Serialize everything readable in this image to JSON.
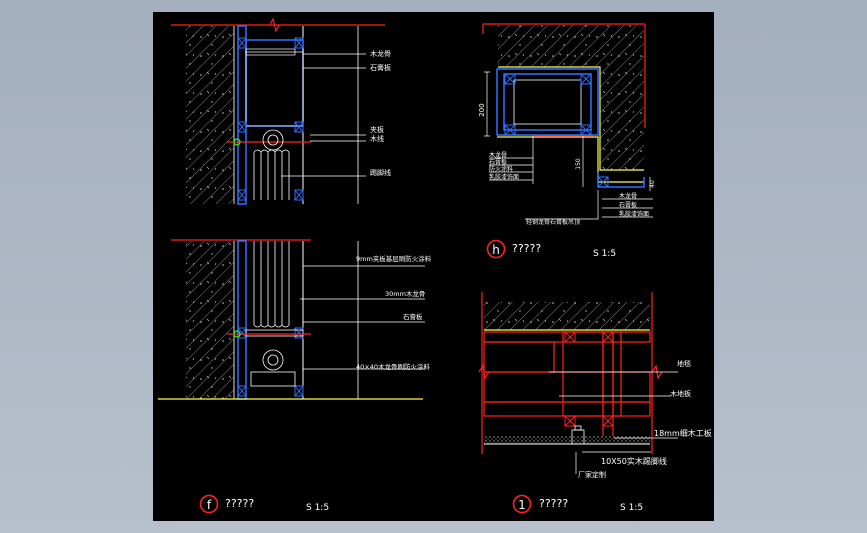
{
  "details": {
    "f": {
      "marker": "f",
      "title": "?????",
      "scale": "S 1:5",
      "labels": {
        "a1": "木龙骨",
        "a2": "石膏板",
        "a3": "夹板",
        "a4": "木线",
        "a5": "踢脚线",
        "b1": "9mm夹板基层刷防火涂料",
        "b2": "30mm木龙骨",
        "b3": "石膏板",
        "b4": "40×40木龙骨刷防火涂料"
      }
    },
    "h": {
      "marker": "h",
      "title": "?????",
      "scale": "S 1:5",
      "dims": {
        "d200": "200",
        "d150": "150",
        "d40": "40"
      },
      "labels": {
        "l1": "木龙骨",
        "l2": "石膏板",
        "l3": "防火涂料",
        "l4": "乳胶漆饰面",
        "r1": "木龙骨",
        "r2": "石膏板",
        "r3": "乳胶漆饰面",
        "bottom": "轻钢龙骨石膏板吊顶"
      }
    },
    "i": {
      "marker": "1",
      "title": "?????",
      "scale": "S 1:5",
      "labels": {
        "r1": "地毯",
        "r2": "木地板",
        "r3": "18mm细木工板",
        "r4": "10X50实木踢脚线",
        "r5": "厂家定制"
      }
    }
  }
}
